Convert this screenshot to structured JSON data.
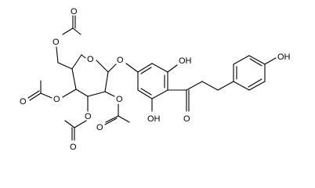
{
  "structure": {
    "atom_labels": {
      "ring_oxygen": "O",
      "glycosidic_oxygen": "O",
      "ketone_oxygen": "O",
      "c6_ester_ether_oxygen": "O",
      "c6_ester_carbonyl_oxygen": "O",
      "c4_ester_ether_oxygen": "O",
      "c4_ester_carbonyl_oxygen": "O",
      "c3_ester_ether_oxygen": "O",
      "c3_ester_carbonyl_oxygen": "O",
      "c2_ester_ether_oxygen": "O",
      "c2_ester_carbonyl_oxygen": "O",
      "phenol_oh_top": "OH",
      "phenol_oh_bottom": "OH",
      "para_phenol_oh": "OH"
    }
  }
}
